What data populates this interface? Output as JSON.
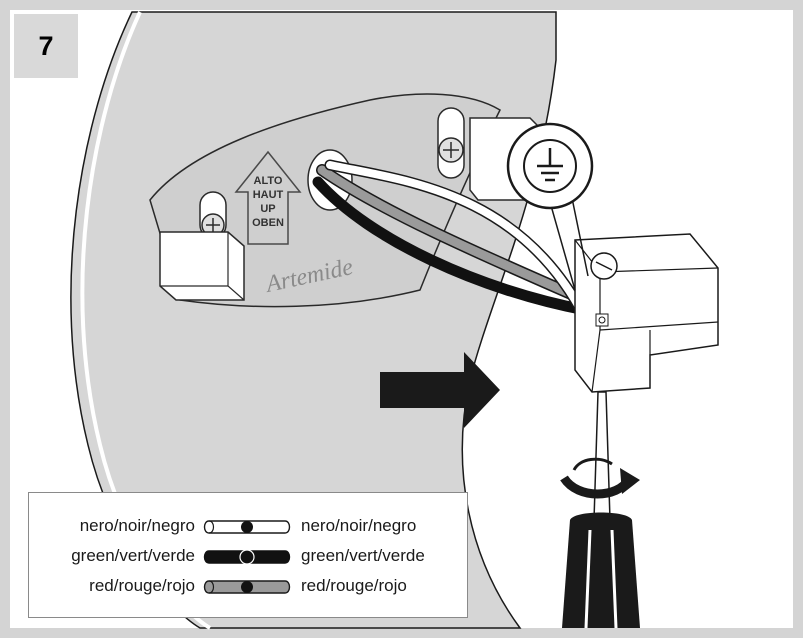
{
  "step": {
    "number": "7"
  },
  "mount": {
    "arrow_labels": [
      "ALTO",
      "HAUT",
      "UP",
      "OBEN"
    ],
    "brand": "Artemide"
  },
  "ground_icon": "ground-earth-icon",
  "screwdriver_rotation": "clockwise",
  "colors": {
    "frame": "#d4d4d4",
    "plate": "#d6d6d6",
    "outline": "#1a1a1a",
    "wire_black": "#111111",
    "wire_grey": "#9a9a9a",
    "wire_white": "#ffffff"
  },
  "legend": {
    "rows": [
      {
        "left": "nero/noir/negro",
        "right": "nero/noir/negro",
        "wire": "white"
      },
      {
        "left": "green/vert/verde",
        "right": "green/vert/verde",
        "wire": "black"
      },
      {
        "left": "red/rouge/rojo",
        "right": "red/rouge/rojo",
        "wire": "grey"
      }
    ]
  }
}
